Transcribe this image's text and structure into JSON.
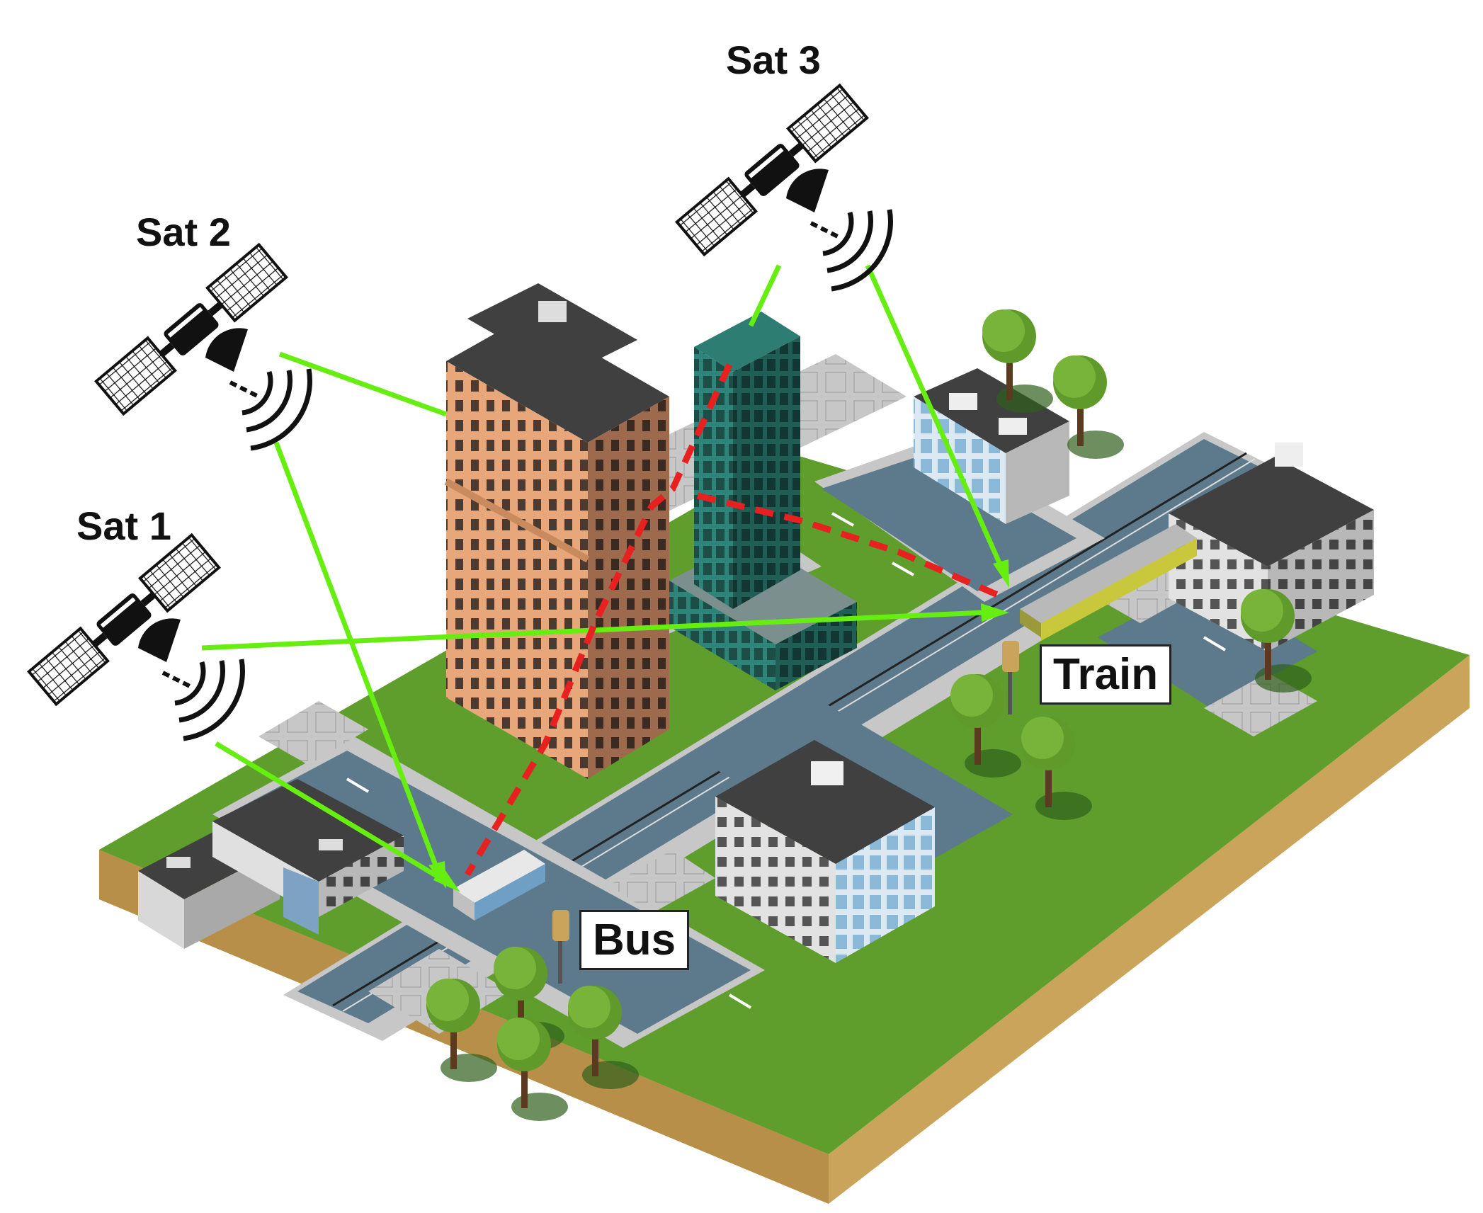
{
  "satellites": [
    {
      "label": "Sat 1"
    },
    {
      "label": "Sat 2"
    },
    {
      "label": "Sat 3"
    }
  ],
  "receivers": {
    "bus": "Bus",
    "train": "Train"
  },
  "colors": {
    "los_signal": "#66ee11",
    "multipath_signal": "#e82020",
    "grass": "#5f9e2c",
    "road": "#5c7a8c",
    "soil": "#c9a45a"
  },
  "icons": [
    "satellite-icon",
    "building-icon",
    "tree-icon",
    "bus-icon",
    "train-icon",
    "traffic-light-icon"
  ]
}
